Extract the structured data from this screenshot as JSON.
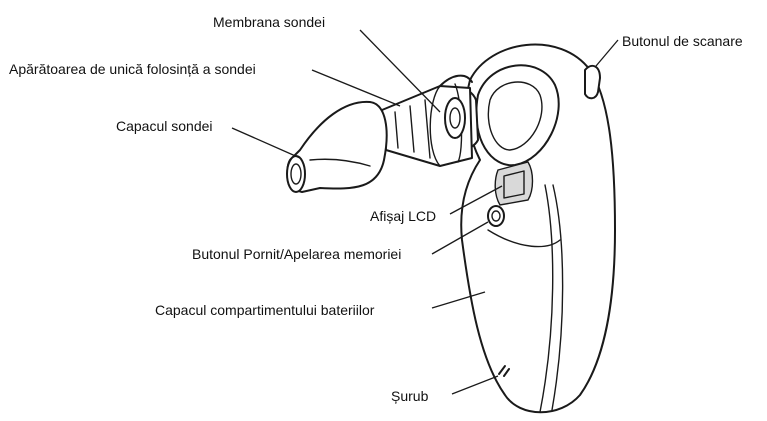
{
  "labels": {
    "probe_membrane": "Membrana sondei",
    "probe_disposable_guard": "Apărătoarea de unică folosință a sondei",
    "probe_cap": "Capacul sondei",
    "scan_button": "Butonul de scanare",
    "lcd_display": "Afișaj LCD",
    "power_memory_button": "Butonul Pornit/Apelarea memoriei",
    "battery_cover": "Capacul compartimentului bateriilor",
    "screw": "Șurub"
  }
}
